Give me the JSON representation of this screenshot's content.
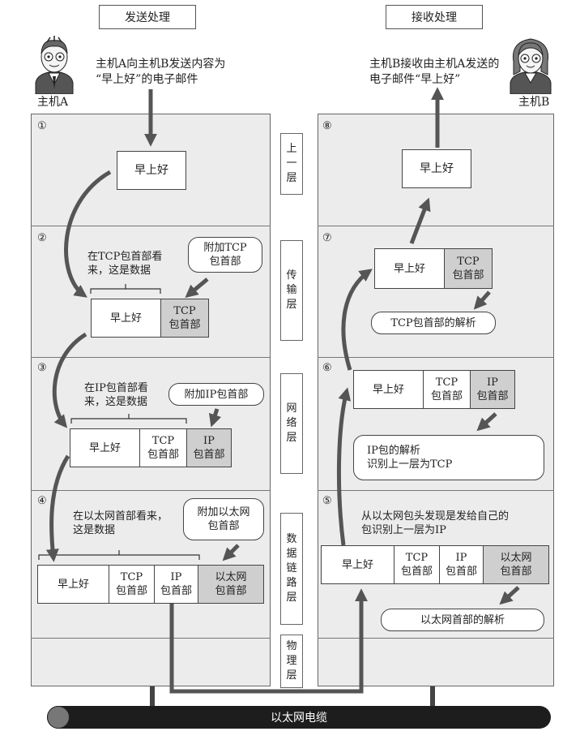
{
  "headers": {
    "send": "发送处理",
    "receive": "接收处理"
  },
  "hosts": {
    "a_label": "主机A",
    "b_label": "主机B",
    "a_desc": "主机A向主机B发送内容为\n“早上好”的电子邮件",
    "b_desc": "主机B接收由主机A发送的\n电子邮件“早上好”"
  },
  "layers": {
    "upper": "上\n一\n层",
    "transport": "传\n输\n层",
    "network": "网\n络\n层",
    "datalink": "数\n据\n链\n路\n层",
    "physical": "物\n理\n层"
  },
  "steps": [
    "①",
    "②",
    "③",
    "④",
    "⑤",
    "⑥",
    "⑦",
    "⑧"
  ],
  "payload": "早上好",
  "tcp_header": "TCP\n包首部",
  "ip_header": "IP\n包首部",
  "eth_header": "以太网\n包首部",
  "send_notes": {
    "tcp_view": "在TCP包首部看\n来，这是数据",
    "add_tcp": "附加TCP\n包首部",
    "ip_view": "在IP包首部看\n来，这是数据",
    "add_ip": "附加IP包首部",
    "eth_view": "在以太网首部看来，\n这是数据",
    "add_eth": "附加以太网\n包首部"
  },
  "recv_notes": {
    "eth_found": "从以太网包头发现是发给自己的\n包识别上一层为IP",
    "eth_parse": "以太网首部的解析",
    "ip_parse": "IP包的解析\n识别上一层为TCP",
    "tcp_parse": "TCP包首部的解析"
  },
  "cable_label": "以太网电缆"
}
